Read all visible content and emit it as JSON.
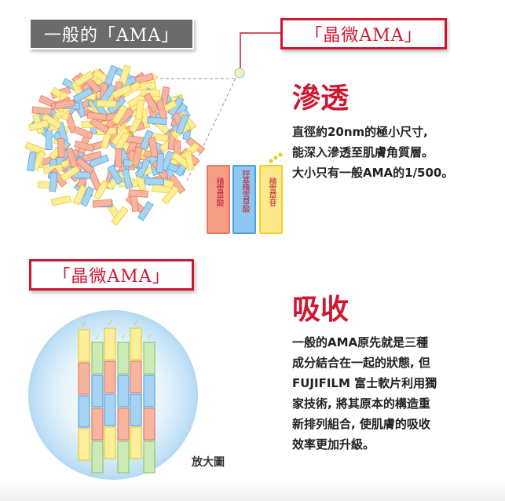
{
  "labels": {
    "normal": "一般的「AMA」",
    "crystal_top": "「晶微AMA」",
    "crystal_bottom": "「晶微AMA」"
  },
  "section1": {
    "heading": "滲透",
    "lines": [
      "直徑約20nm的極小尺寸,",
      "能深入滲透至肌膚角質層。",
      "大小只有一般AMA的1/500。"
    ]
  },
  "section2": {
    "heading": "吸收",
    "lines": [
      "一般的AMA原先就是三種",
      "成分結合在一起的狀態, 但",
      "FUJIFILM  富士軟片利用獨",
      "家技術, 將其原本的構造重",
      "新排列組合, 使肌膚的吸收",
      "效率更加升級。"
    ]
  },
  "bars": [
    {
      "text": "積雪草酸",
      "color": "#f08a70"
    },
    {
      "text": "羥基積雪草酸",
      "color": "#5aa8e6"
    },
    {
      "text": "積雪草苷",
      "color": "#f4d83a"
    }
  ],
  "caption": "放大圖",
  "colors": {
    "accent": "#d01730",
    "gray": "#6b6b6b"
  }
}
